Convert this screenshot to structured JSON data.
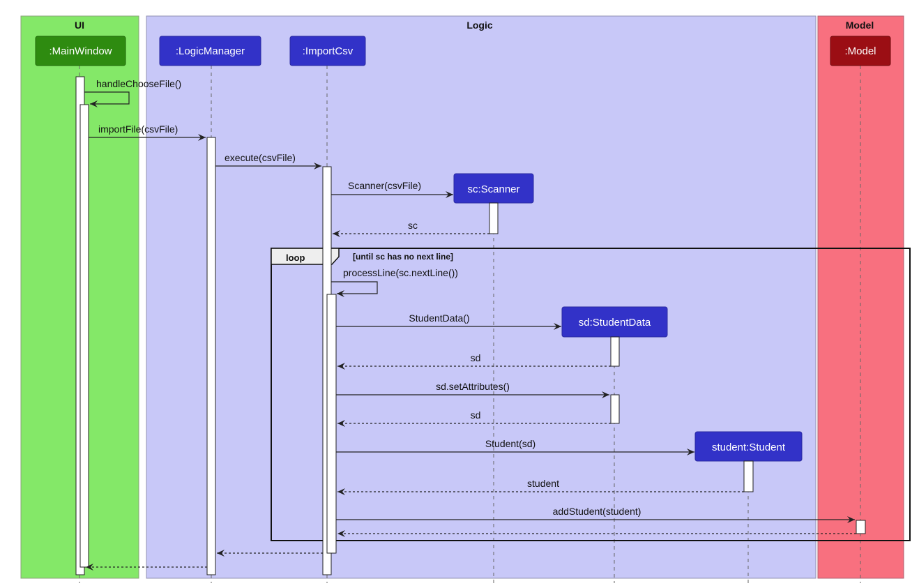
{
  "lanes": [
    {
      "title": "UI",
      "color": "#84e868"
    },
    {
      "title": "Logic",
      "color": "#c8c8f8"
    },
    {
      "title": "Model",
      "color": "#f8707f"
    }
  ],
  "participants": [
    {
      "name": ":MainWindow",
      "color": "#2e8b10"
    },
    {
      "name": ":LogicManager",
      "color": "#3232c8"
    },
    {
      "name": ":ImportCsv",
      "color": "#3232c8"
    },
    {
      "name": "sc:Scanner",
      "color": "#3232c8"
    },
    {
      "name": "sd:StudentData",
      "color": "#3232c8"
    },
    {
      "name": "student:Student",
      "color": "#3232c8"
    },
    {
      "name": ":Model",
      "color": "#9b0e14"
    }
  ],
  "loop": {
    "label": "loop",
    "guard": "[until sc has no next line]"
  },
  "messages": [
    {
      "label": "handleChooseFile()",
      "kind": "self-call"
    },
    {
      "label": "importFile(csvFile)",
      "kind": "call"
    },
    {
      "label": "execute(csvFile)",
      "kind": "call"
    },
    {
      "label": "Scanner(csvFile)",
      "kind": "create"
    },
    {
      "label": "sc",
      "kind": "return"
    },
    {
      "label": "processLine(sc.nextLine())",
      "kind": "self-call"
    },
    {
      "label": "StudentData()",
      "kind": "create"
    },
    {
      "label": "sd",
      "kind": "return"
    },
    {
      "label": "sd.setAttributes()",
      "kind": "call"
    },
    {
      "label": "sd",
      "kind": "return"
    },
    {
      "label": "Student(sd)",
      "kind": "create"
    },
    {
      "label": "student",
      "kind": "return"
    },
    {
      "label": "addStudent(student)",
      "kind": "call"
    },
    {
      "label": "",
      "kind": "return"
    },
    {
      "label": "",
      "kind": "return"
    },
    {
      "label": "",
      "kind": "return"
    }
  ]
}
